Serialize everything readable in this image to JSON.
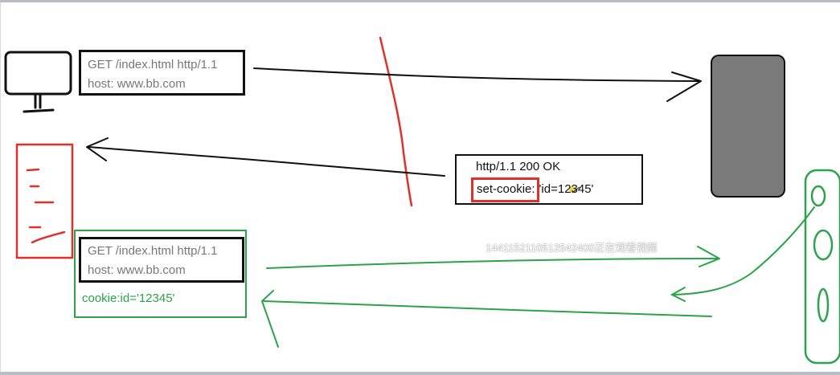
{
  "request_box": {
    "line1": "GET /index.html http/1.1",
    "line2": "host: www.bb.com"
  },
  "response_box": {
    "line1": "http/1.1 200 OK",
    "set_cookie_label": "set-cookie:",
    "set_cookie_value": "'id=12345'"
  },
  "second_request_box": {
    "line1": "GET /index.html http/1.1",
    "line2": "host: www.bb.com",
    "cookie_line": "cookie:id='12345'"
  },
  "watermark": "1441152110512542400正在观看视频",
  "colors": {
    "black_ink": "#111111",
    "red_ink": "#e0302a",
    "green_ink": "#2aa34a",
    "server_fill": "#7a7a7a",
    "gray_text": "#777777"
  },
  "icons": {
    "client": "monitor-icon",
    "server": "server-icon",
    "browser_storage": "cookie-storage-icon",
    "device": "phone-icon"
  }
}
